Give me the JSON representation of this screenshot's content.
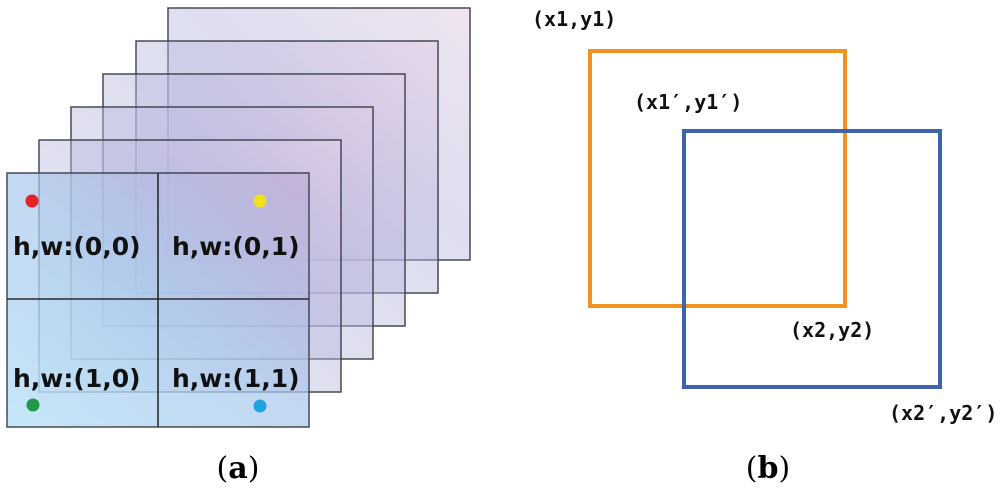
{
  "panel_a": {
    "caption_letter": "a",
    "cells": [
      {
        "label": "h,w:(0,0)",
        "dot_color": "#e8202a"
      },
      {
        "label": "h,w:(0,1)",
        "dot_color": "#f2e21d"
      },
      {
        "label": "h,w:(1,0)",
        "dot_color": "#1f9a48"
      },
      {
        "label": "h,w:(1,1)",
        "dot_color": "#1ea5df"
      }
    ]
  },
  "panel_b": {
    "caption_letter": "b",
    "box1": {
      "color": "#f3921d",
      "top_left": "(x1,y1)",
      "bottom_right": "(x2,y2)"
    },
    "box2": {
      "color": "#3f63ad",
      "top_left": "(x1′,y1′)",
      "bottom_right": "(x2′,y2′)"
    }
  }
}
